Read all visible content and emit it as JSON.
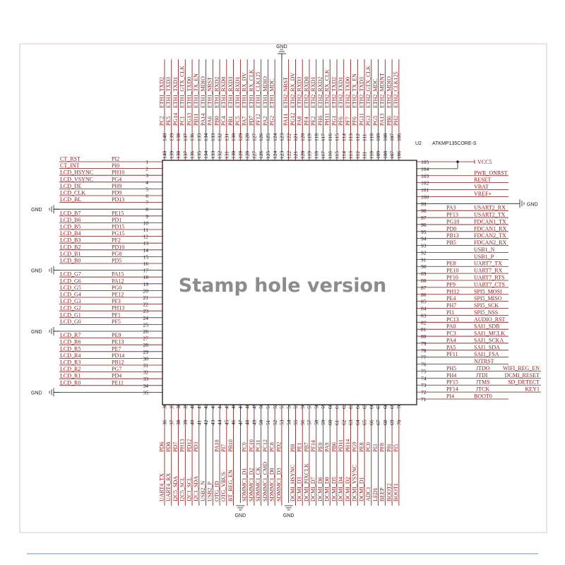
{
  "chip": {
    "designator": "U2",
    "part": "ATKMP135CORE-S",
    "watermark": "Stamp hole version"
  },
  "gnd_label": "GND",
  "left_pins": [
    {
      "num": "1",
      "pin": "PI2",
      "net": "CT_RST"
    },
    {
      "num": "2",
      "pin": "PI0",
      "net": "CT_INT"
    },
    {
      "num": "3",
      "pin": "PH10",
      "net": "LCD_HSYNC"
    },
    {
      "num": "4",
      "pin": "PG4",
      "net": "LCD_VSYNC"
    },
    {
      "num": "5",
      "pin": "PH9",
      "net": "LCD_DE"
    },
    {
      "num": "6",
      "pin": "PD9",
      "net": "LCD_CLK"
    },
    {
      "num": "7",
      "pin": "PD13",
      "net": "LCD_BL"
    },
    {
      "num": "8",
      "pin": "",
      "net": ""
    },
    {
      "num": "9",
      "pin": "PE15",
      "net": "LCD_B7"
    },
    {
      "num": "10",
      "pin": "PD1",
      "net": "LCD_B6"
    },
    {
      "num": "11",
      "pin": "PD15",
      "net": "LCD_B5"
    },
    {
      "num": "12",
      "pin": "PG15",
      "net": "LCD_B4"
    },
    {
      "num": "13",
      "pin": "PF2",
      "net": "LCD_B3"
    },
    {
      "num": "14",
      "pin": "PD10",
      "net": "LCD_B2"
    },
    {
      "num": "15",
      "pin": "PG8",
      "net": "LCD_B1"
    },
    {
      "num": "16",
      "pin": "PD5",
      "net": "LCD_B0"
    },
    {
      "num": "17",
      "pin": "",
      "net": ""
    },
    {
      "num": "18",
      "pin": "PA15",
      "net": "LCD_G7"
    },
    {
      "num": "19",
      "pin": "PA12",
      "net": "LCD_G6"
    },
    {
      "num": "20",
      "pin": "PG0",
      "net": "LCD_G5"
    },
    {
      "num": "21",
      "pin": "PE12",
      "net": "LCD_G4"
    },
    {
      "num": "22",
      "pin": "PF3",
      "net": "LCD_G3"
    },
    {
      "num": "23",
      "pin": "PH13",
      "net": "LCD_G2"
    },
    {
      "num": "24",
      "pin": "PF1",
      "net": "LCD_G1"
    },
    {
      "num": "25",
      "pin": "PF5",
      "net": "LCD_G0"
    },
    {
      "num": "26",
      "pin": "",
      "net": ""
    },
    {
      "num": "27",
      "pin": "PE9",
      "net": "LCD_R7"
    },
    {
      "num": "28",
      "pin": "PE13",
      "net": "LCD_R6"
    },
    {
      "num": "29",
      "pin": "PE7",
      "net": "LCD_R5"
    },
    {
      "num": "30",
      "pin": "PD14",
      "net": "LCD_R4"
    },
    {
      "num": "31",
      "pin": "PB12",
      "net": "LCD_R3"
    },
    {
      "num": "32",
      "pin": "PG7",
      "net": "LCD_R2"
    },
    {
      "num": "33",
      "pin": "PD4",
      "net": "LCD_R1"
    },
    {
      "num": "34",
      "pin": "PE11",
      "net": "LCD_R0"
    },
    {
      "num": "35",
      "pin": "",
      "net": ""
    }
  ],
  "right_pins": [
    {
      "num": "71",
      "pin": "PI4",
      "net": "BOOT0",
      "net2": ""
    },
    {
      "num": "72",
      "pin": "PF14",
      "net": "JTCK",
      "net2": "KEY1"
    },
    {
      "num": "73",
      "pin": "PF15",
      "net": "JTMS",
      "net2": "SD_DETECT"
    },
    {
      "num": "74",
      "pin": "PH4",
      "net": "JTDI",
      "net2": "DCMI_RESET"
    },
    {
      "num": "75",
      "pin": "PH5",
      "net": "JTDO",
      "net2": "WIFI_REG_EN"
    },
    {
      "num": "76",
      "pin": "",
      "net": "NJTRST",
      "net2": ""
    },
    {
      "num": "77",
      "pin": "PF11",
      "net": "SAI1_FSA",
      "net2": ""
    },
    {
      "num": "78",
      "pin": "PA5",
      "net": "SAI1_SDA",
      "net2": ""
    },
    {
      "num": "79",
      "pin": "PA4",
      "net": "SAI1_SCKA",
      "net2": ""
    },
    {
      "num": "80",
      "pin": "PC3",
      "net": "SAI1_MCLK",
      "net2": ""
    },
    {
      "num": "81",
      "pin": "PA0",
      "net": "SAI1_SDB",
      "net2": ""
    },
    {
      "num": "82",
      "pin": "PC13",
      "net": "AUDIO_RST",
      "net2": ""
    },
    {
      "num": "83",
      "pin": "PI1",
      "net": "SPI5_NSS",
      "net2": ""
    },
    {
      "num": "84",
      "pin": "PH7",
      "net": "SPI5_SCK",
      "net2": ""
    },
    {
      "num": "85",
      "pin": "PE4",
      "net": "SPI5_MISO",
      "net2": ""
    },
    {
      "num": "86",
      "pin": "PH12",
      "net": "SPI5_MOSI",
      "net2": ""
    },
    {
      "num": "87",
      "pin": "PF9",
      "net": "UART7_CTS",
      "net2": ""
    },
    {
      "num": "88",
      "pin": "PF10",
      "net": "UART7_RTS",
      "net2": ""
    },
    {
      "num": "89",
      "pin": "PE10",
      "net": "UART7_RX",
      "net2": ""
    },
    {
      "num": "90",
      "pin": "PE8",
      "net": "UART7_TX",
      "net2": ""
    },
    {
      "num": "91",
      "pin": "",
      "net": "USB1_P",
      "net2": ""
    },
    {
      "num": "92",
      "pin": "",
      "net": "USB1_N",
      "net2": ""
    },
    {
      "num": "93",
      "pin": "PB5",
      "net": "FDCAN2_RX",
      "net2": ""
    },
    {
      "num": "94",
      "pin": "PB13",
      "net": "FDCAN2_TX",
      "net2": ""
    },
    {
      "num": "95",
      "pin": "PD0",
      "net": "FDCAN1_RX",
      "net2": ""
    },
    {
      "num": "96",
      "pin": "PG10",
      "net": "FDCAN1_TX",
      "net2": ""
    },
    {
      "num": "97",
      "pin": "PF13",
      "net": "USART2_TX",
      "net2": ""
    },
    {
      "num": "98",
      "pin": "PA3",
      "net": "USART2_RX",
      "net2": ""
    },
    {
      "num": "99",
      "pin": "",
      "net": "",
      "net2": ""
    },
    {
      "num": "100",
      "pin": "",
      "net": "VREF+",
      "net2": ""
    },
    {
      "num": "101",
      "pin": "",
      "net": "VBAT",
      "net2": ""
    },
    {
      "num": "102",
      "pin": "",
      "net": "RESET",
      "net2": ""
    },
    {
      "num": "103",
      "pin": "",
      "net": "PWR_ONRST",
      "net2": ""
    },
    {
      "num": "104",
      "pin": "",
      "net": "",
      "net2": ""
    },
    {
      "num": "105",
      "pin": "",
      "net": "VCC5",
      "net2": ""
    }
  ],
  "top_pins": [
    {
      "num": "140",
      "pin": "PC2",
      "net": "ETH1_TXD2"
    },
    {
      "num": "139",
      "pin": "PE5",
      "net": "ETH1_TXD3"
    },
    {
      "num": "138",
      "pin": "PG14",
      "net": "ETH1_TXD1"
    },
    {
      "num": "137",
      "pin": "PC1",
      "net": "ETH1_GTX_CLK"
    },
    {
      "num": "136",
      "pin": "PG13",
      "net": "ETH1_TXD0"
    },
    {
      "num": "135",
      "pin": "PB11",
      "net": "ETH1_TX_EN"
    },
    {
      "num": "134",
      "pin": "PA14",
      "net": "ETH1_MDIO"
    },
    {
      "num": "133",
      "pin": "PA6",
      "net": "ETH1_NRST"
    },
    {
      "num": "132",
      "pin": "PB0",
      "net": "ETH1_RXD2"
    },
    {
      "num": "131",
      "pin": "PC4",
      "net": "ETH1_RXD0"
    },
    {
      "num": "130",
      "pin": "PB1",
      "net": "ETH1_RXD3"
    },
    {
      "num": "129",
      "pin": "PC5",
      "net": "ETH1_RXD1"
    },
    {
      "num": "128",
      "pin": "PA7",
      "net": "ETH1_RX_DV"
    },
    {
      "num": "127",
      "pin": "PD7",
      "net": "ETH1_RX_CLK"
    },
    {
      "num": "126",
      "pin": "PF12",
      "net": "ETH1_CLK125"
    },
    {
      "num": "125",
      "pin": "PA2",
      "net": "ETH1_MDIO"
    },
    {
      "num": "124",
      "pin": "PG2",
      "net": "ETH1_MDC"
    },
    {
      "num": "123",
      "pin": "",
      "net": ""
    },
    {
      "num": "122",
      "pin": "PA11",
      "net": "ETH2_NRST"
    },
    {
      "num": "121",
      "pin": "PG12",
      "net": "ETH2_RX_DV"
    },
    {
      "num": "120",
      "pin": "PA8",
      "net": "ETH2_RXD3"
    },
    {
      "num": "119",
      "pin": "PF4",
      "net": "ETH2_RXD0"
    },
    {
      "num": "118",
      "pin": "PE2",
      "net": "ETH2_RXD1"
    },
    {
      "num": "117",
      "pin": "PH6",
      "net": "ETH2_RXD2"
    },
    {
      "num": "116",
      "pin": "PH11",
      "net": "ETH2_RX_CLK"
    },
    {
      "num": "115",
      "pin": "PG1",
      "net": "ETH2_TXD2"
    },
    {
      "num": "114",
      "pin": "PF6",
      "net": "ETH2_TXD1"
    },
    {
      "num": "113",
      "pin": "PF7",
      "net": "ETH2_TXD0"
    },
    {
      "num": "112",
      "pin": "PF6",
      "net": "ETH2_TX_EN"
    },
    {
      "num": "111",
      "pin": "PG11",
      "net": "ETH2_TXD3"
    },
    {
      "num": "110",
      "pin": "PG3",
      "net": "ETH2_GTX_CLK"
    },
    {
      "num": "109",
      "pin": "PG5",
      "net": "ETH2_MDC"
    },
    {
      "num": "108",
      "pin": "PA13",
      "net": "ETH2_MDINT"
    },
    {
      "num": "107",
      "pin": "PB6",
      "net": "ETH2_MDIO"
    },
    {
      "num": "106",
      "pin": "PH2",
      "net": "ETH2_CLK125"
    }
  ],
  "bottom_pins": [
    {
      "num": "36",
      "pin": "PD6",
      "net": "UART4_TX"
    },
    {
      "num": "37",
      "pin": "PD8",
      "net": "UART4_RX"
    },
    {
      "num": "38",
      "pin": "PD7",
      "net": "I2C5_SDA"
    },
    {
      "num": "39",
      "pin": "PH13",
      "net": "I2C5_SCL"
    },
    {
      "num": "40",
      "pin": "PD12",
      "net": "I2C1_SCL"
    },
    {
      "num": "41",
      "pin": "PD3",
      "net": "I2C1_SDA"
    },
    {
      "num": "42",
      "pin": "",
      "net": "USB2_N"
    },
    {
      "num": "43",
      "pin": "",
      "net": "USB2_P"
    },
    {
      "num": "44",
      "pin": "PA10",
      "net": "OTG_ID"
    },
    {
      "num": "45",
      "pin": "PI7",
      "net": "OTG_VBUS"
    },
    {
      "num": "46",
      "pin": "PB10",
      "net": "BT_REG_EN"
    },
    {
      "num": "47",
      "pin": "",
      "net": ""
    },
    {
      "num": "48",
      "pin": "PC9",
      "net": "SDMMC1_D1"
    },
    {
      "num": "49",
      "pin": "PC10",
      "net": "SDMMC1_D2"
    },
    {
      "num": "50",
      "pin": "PC11",
      "net": "SDMMC1_CK"
    },
    {
      "num": "51",
      "pin": "PC12",
      "net": "SDMMC1_CMD"
    },
    {
      "num": "52",
      "pin": "PC8",
      "net": "SDMMC1_D0"
    },
    {
      "num": "53",
      "pin": "PD2",
      "net": "SDMMC1_D3"
    },
    {
      "num": "54",
      "pin": "",
      "net": ""
    },
    {
      "num": "55",
      "pin": "PI8",
      "net": "DCMI_HSYNC"
    },
    {
      "num": "56",
      "pin": "PE1",
      "net": "DCMI_D3"
    },
    {
      "num": "57",
      "pin": "PB7",
      "net": "DCMI_PIXCLK"
    },
    {
      "num": "58",
      "pin": "PF14",
      "net": "DCMI_D7"
    },
    {
      "num": "59",
      "pin": "PE0",
      "net": "DCMI_D6"
    },
    {
      "num": "60",
      "pin": "PA9",
      "net": "DCMI_D0"
    },
    {
      "num": "61",
      "pin": "PB6",
      "net": "DCMI_D5"
    },
    {
      "num": "62",
      "pin": "PD11",
      "net": "DCMI_D4"
    },
    {
      "num": "63",
      "pin": "PH14",
      "net": "DCMI_D2"
    },
    {
      "num": "64",
      "pin": "PG9",
      "net": "DCMI_VSYNC"
    },
    {
      "num": "65",
      "pin": "PE8",
      "net": "DCMI_D1"
    },
    {
      "num": "66",
      "pin": "PC0",
      "net": "ADC1"
    },
    {
      "num": "67",
      "pin": "PI3",
      "net": "LED1"
    },
    {
      "num": "68",
      "pin": "PF8",
      "net": "BEEP"
    },
    {
      "num": "69",
      "pin": "PI6",
      "net": "BOOT2"
    },
    {
      "num": "70",
      "pin": "PI5",
      "net": "BOOT1"
    }
  ]
}
